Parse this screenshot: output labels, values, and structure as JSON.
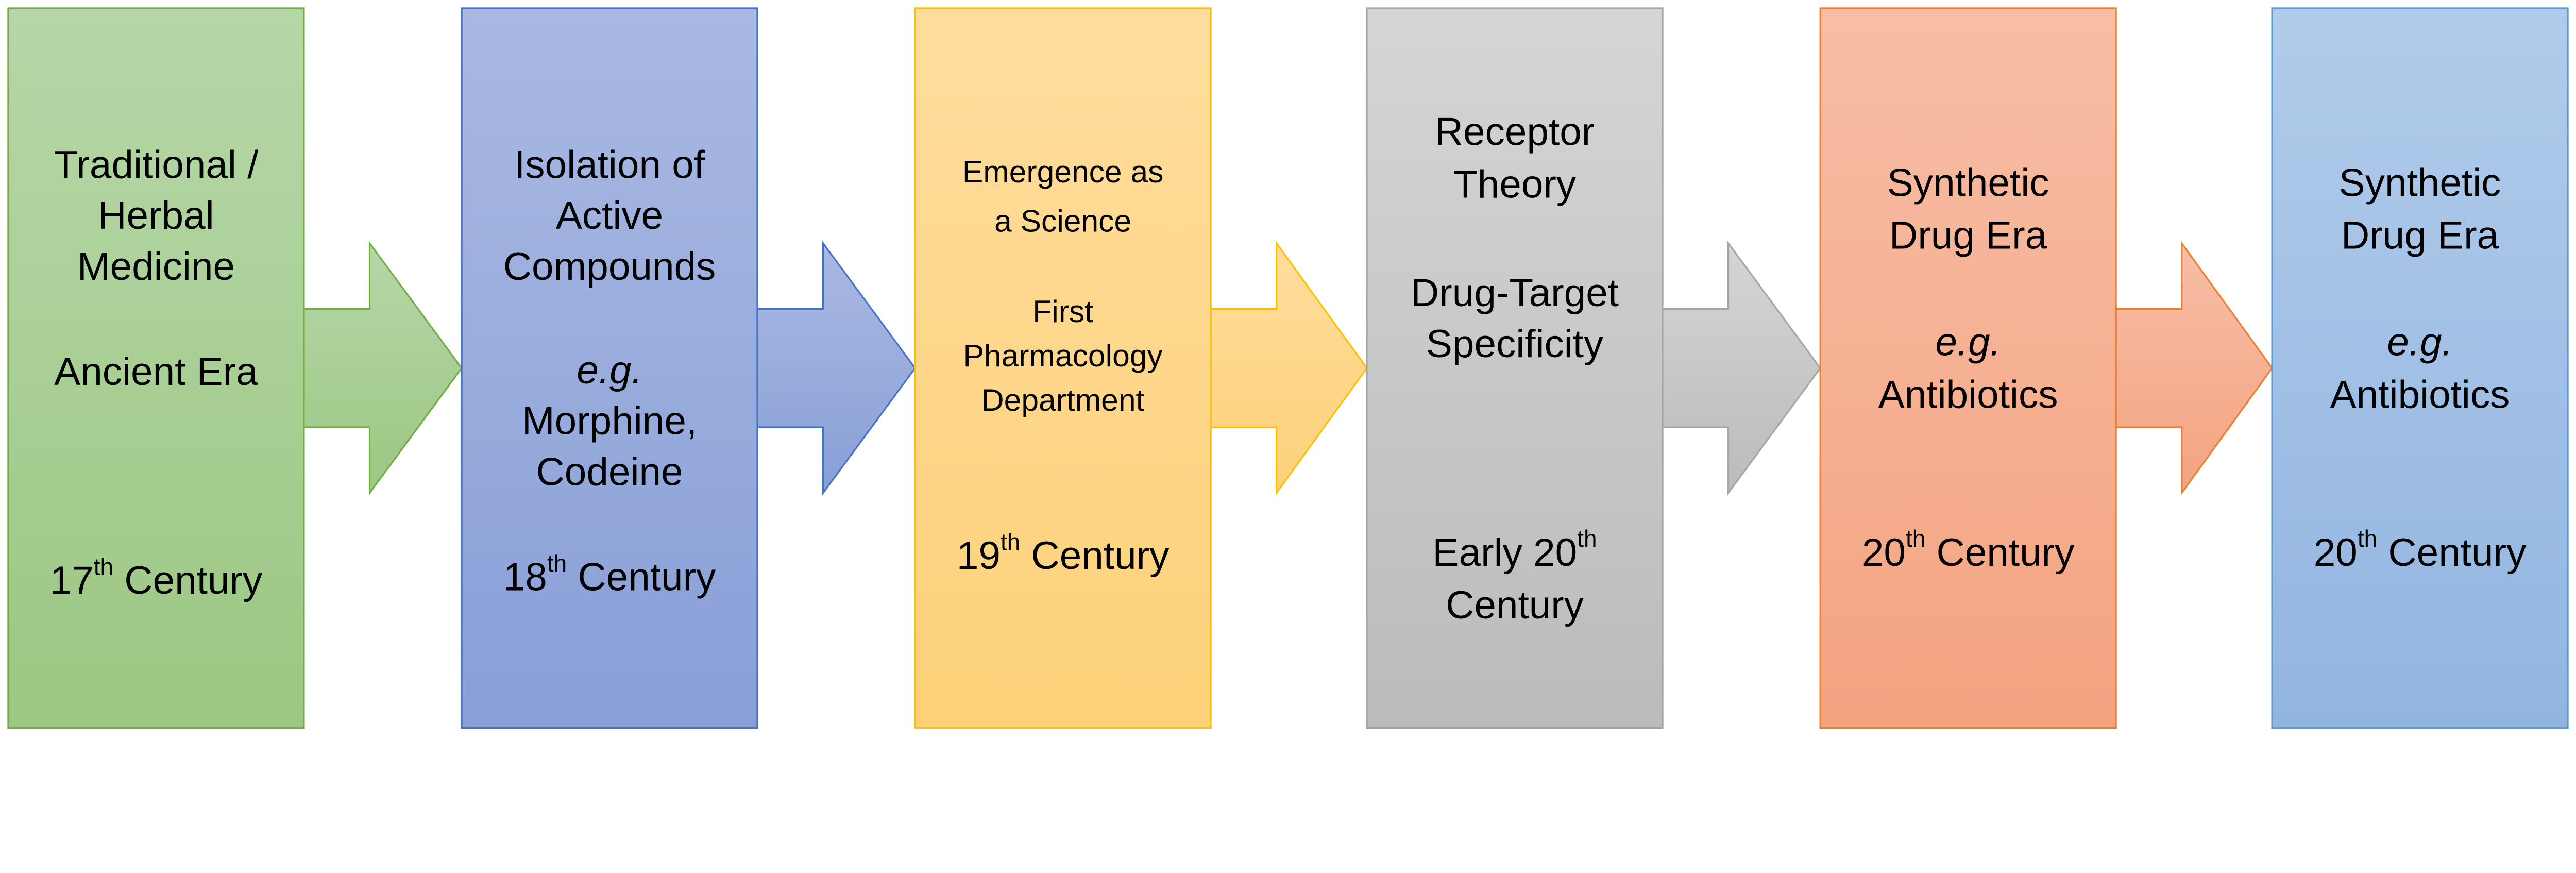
{
  "stages": [
    {
      "name": "traditional-herbal-medicine",
      "fill_top": "#b6d7a8",
      "fill_bottom": "#9cc783",
      "stroke": "#70ad47",
      "lines": [
        {
          "text": "Traditional /"
        },
        {
          "text": "Herbal"
        },
        {
          "text": "Medicine"
        },
        {
          "text": "Ancient Era"
        },
        {
          "text": "17",
          "sup": "th",
          "rest": " Century"
        }
      ]
    },
    {
      "name": "isolation-of-active-compounds",
      "fill_top": "#aab9e2",
      "fill_bottom": "#889fd7",
      "stroke": "#4472c4",
      "lines": [
        {
          "text": "Isolation of"
        },
        {
          "text": "Active"
        },
        {
          "text": "Compounds"
        },
        {
          "text": "e.g.",
          "italic": true
        },
        {
          "text": "Morphine,"
        },
        {
          "text": "Codeine"
        },
        {
          "text": "18",
          "sup": "th",
          "rest": " Century"
        }
      ]
    },
    {
      "name": "emergence-as-a-science",
      "fill_top": "#fedd9d",
      "fill_bottom": "#fdd179",
      "stroke": "#ffc000",
      "lines": [
        {
          "text": "Emergence as"
        },
        {
          "text": "a Science"
        },
        {
          "text": "First"
        },
        {
          "text": "Pharmacology"
        },
        {
          "text": "Department"
        },
        {
          "text": "19",
          "sup": "th",
          "rest": " Century"
        }
      ]
    },
    {
      "name": "receptor-theory",
      "fill_top": "#d5d5d5",
      "fill_bottom": "#bbbbbb",
      "stroke": "#a5a5a5",
      "lines": [
        {
          "text": "Receptor"
        },
        {
          "text": "Theory"
        },
        {
          "text": "Drug-Target"
        },
        {
          "text": "Specificity"
        },
        {
          "text": "Early 20",
          "sup": "th",
          "rest": ""
        },
        {
          "text": "Century"
        }
      ]
    },
    {
      "name": "synthetic-drug-era",
      "fill_top": "#f7bea6",
      "fill_bottom": "#f4a380",
      "stroke": "#ed7d31",
      "lines": [
        {
          "text": "Synthetic"
        },
        {
          "text": "Drug Era"
        },
        {
          "text": "e.g.",
          "italic": true
        },
        {
          "text": "Antibiotics"
        },
        {
          "text": "20",
          "sup": "th",
          "rest": " Century"
        }
      ]
    },
    {
      "name": "synthetic-drug-era-2",
      "fill_top": "#b1cbea",
      "fill_bottom": "#92b5e0",
      "stroke": "#5b9bd5",
      "lines": [
        {
          "text": "Synthetic"
        },
        {
          "text": "Drug Era"
        },
        {
          "text": "e.g.",
          "italic": true
        },
        {
          "text": "Antibiotics"
        },
        {
          "text": "20",
          "sup": "th",
          "rest": " Century"
        }
      ]
    }
  ]
}
